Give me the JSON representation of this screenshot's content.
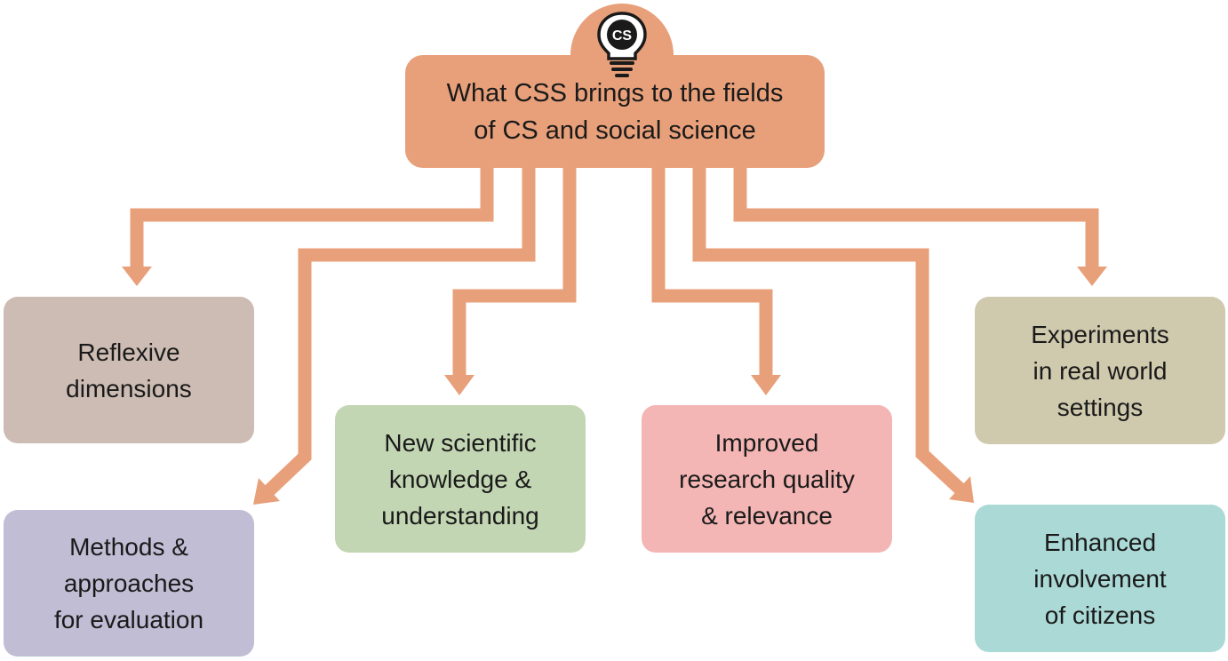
{
  "colors": {
    "connector": "#e8a07a",
    "central": "#e8a07a",
    "reflexive": "#cdbcb3",
    "methods": "#c0bdd4",
    "knowledge": "#c3d6b3",
    "quality": "#f3b6b4",
    "experiments": "#cfc9ad",
    "citizens": "#abd9d6"
  },
  "central": {
    "icon": "lightbulb-icon",
    "icon_label": "CS",
    "line1": "What CSS brings to the fields",
    "line2": "of CS and social science"
  },
  "outcomes": {
    "reflexive": {
      "line1": "Reflexive",
      "line2": "dimensions"
    },
    "methods": {
      "line1": "Methods &",
      "line2": "approaches",
      "line3": "for evaluation"
    },
    "knowledge": {
      "line1": "New scientific",
      "line2": "knowledge &",
      "line3": "understanding"
    },
    "quality": {
      "line1": "Improved",
      "line2": "research quality",
      "line3": "& relevance"
    },
    "experiments": {
      "line1": "Experiments",
      "line2": "in real world",
      "line3": "settings"
    },
    "citizens": {
      "line1": "Enhanced",
      "line2": "involvement",
      "line3": "of citizens"
    }
  }
}
